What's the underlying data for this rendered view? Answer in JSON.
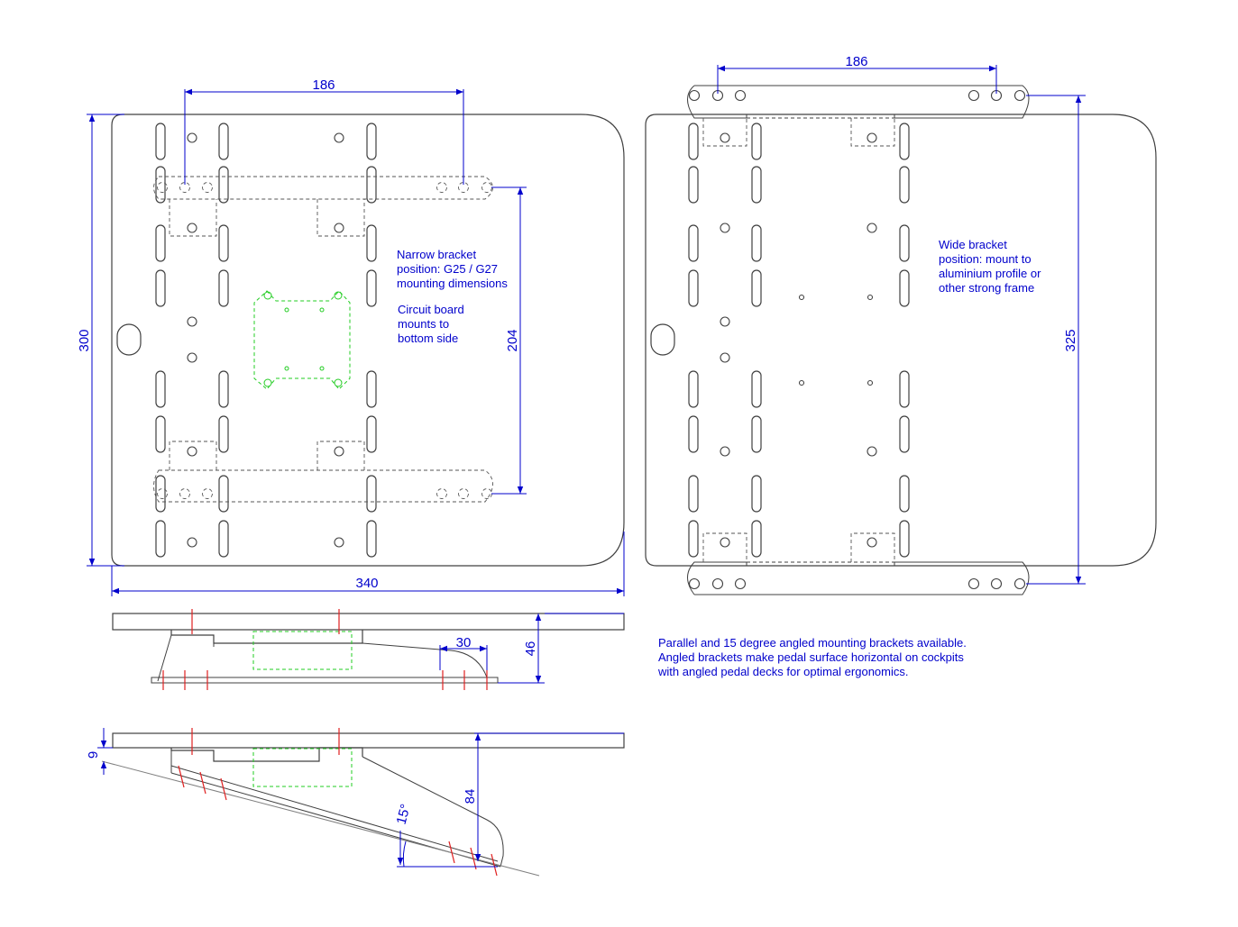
{
  "dimensions": {
    "top_left_width": "186",
    "top_right_width": "186",
    "plate_height": "300",
    "bracket_spacing": "204",
    "plate_width": "340",
    "wide_span": "325",
    "side_depth_small": "30",
    "side_height": "46",
    "angled_gap": "9",
    "angled_height": "84",
    "angle": "15°"
  },
  "notes": {
    "narrow": [
      "Narrow bracket",
      "position: G25 / G27",
      "mounting dimensions"
    ],
    "circuit": [
      "Circuit board",
      "mounts to",
      "bottom side"
    ],
    "wide": [
      "Wide bracket",
      "position: mount to",
      "aluminium profile or",
      "other strong frame"
    ],
    "parallel": [
      "Parallel and 15 degree angled mounting brackets available.",
      "Angled brackets make pedal surface horizontal on cockpits",
      "with angled pedal decks for optimal ergonomics."
    ]
  },
  "colors": {
    "outline": "#404040",
    "dimension": "#0000cc",
    "circuit": "#22cc22",
    "cut_mark": "#e02020"
  }
}
